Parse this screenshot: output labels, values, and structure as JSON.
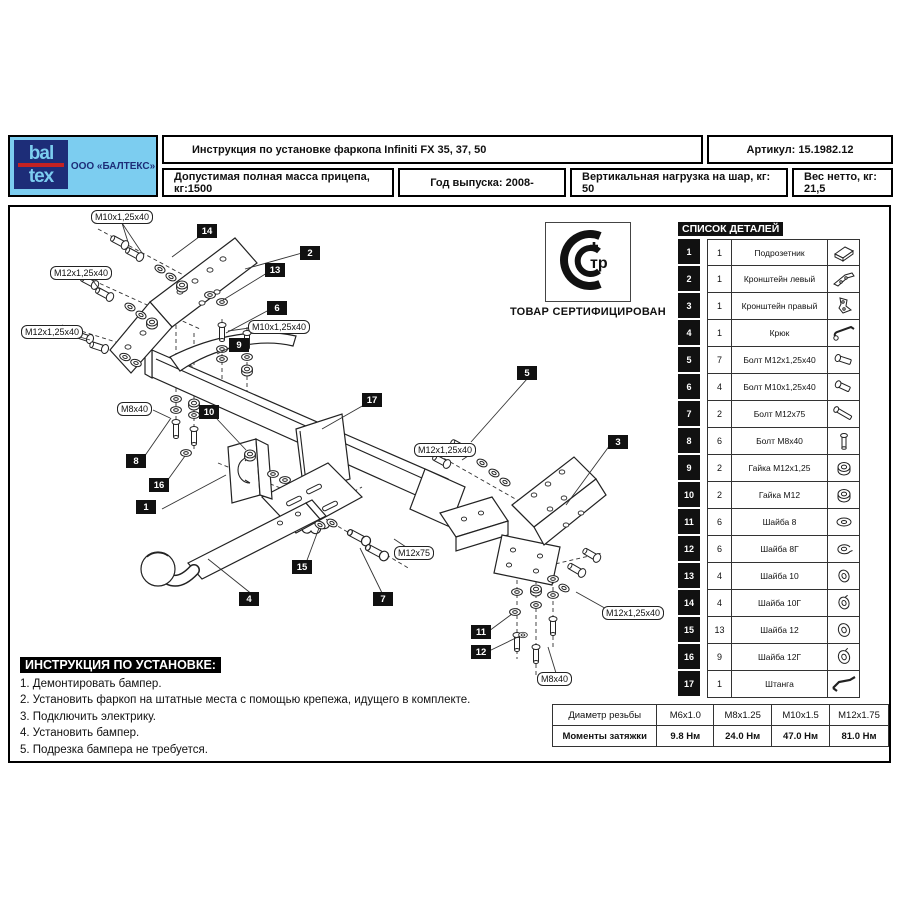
{
  "header": {
    "logo_top": "bal",
    "logo_bottom": "tex",
    "company": "ООО «БАЛТЕКС»",
    "title": "Инструкция по установке фаркопа Infiniti FX 35, 37, 50",
    "article": "Артикул: 15.1982.12",
    "max_trailer_mass": "Допустимая полная масса прицепа, кг:1500",
    "production_year": "Год выпуска: 2008-",
    "vertical_load": "Вертикальная нагрузка на шар, кг: 50",
    "net_weight": "Вес нетто, кг: 21,5"
  },
  "certification": {
    "mark_letters": "тр",
    "caption": "ТОВАР СЕРТИФИЦИРОВАН"
  },
  "parts_list": {
    "title": "СПИСОК ДЕТАЛЕЙ",
    "rows": [
      {
        "num": "1",
        "qty": "1",
        "name": "Подрозетник",
        "icon": "socket-plate"
      },
      {
        "num": "2",
        "qty": "1",
        "name": "Кронштейн левый",
        "icon": "bracket-left"
      },
      {
        "num": "3",
        "qty": "1",
        "name": "Кронштейн правый",
        "icon": "bracket-right"
      },
      {
        "num": "4",
        "qty": "1",
        "name": "Крюк",
        "icon": "hook"
      },
      {
        "num": "5",
        "qty": "7",
        "name": "Болт М12х1,25х40",
        "icon": "bolt"
      },
      {
        "num": "6",
        "qty": "4",
        "name": "Болт М10х1,25х40",
        "icon": "bolt"
      },
      {
        "num": "7",
        "qty": "2",
        "name": "Болт М12х75",
        "icon": "bolt-long"
      },
      {
        "num": "8",
        "qty": "6",
        "name": "Болт М8х40",
        "icon": "bolt-vertical"
      },
      {
        "num": "9",
        "qty": "2",
        "name": "Гайка М12х1,25",
        "icon": "nut"
      },
      {
        "num": "10",
        "qty": "2",
        "name": "Гайка М12",
        "icon": "nut"
      },
      {
        "num": "11",
        "qty": "6",
        "name": "Шайба 8",
        "icon": "washer-flat"
      },
      {
        "num": "12",
        "qty": "6",
        "name": "Шайба 8Г",
        "icon": "washer-spring"
      },
      {
        "num": "13",
        "qty": "4",
        "name": "Шайба 10",
        "icon": "washer"
      },
      {
        "num": "14",
        "qty": "4",
        "name": "Шайба 10Г",
        "icon": "washer-spring"
      },
      {
        "num": "15",
        "qty": "13",
        "name": "Шайба 12",
        "icon": "washer"
      },
      {
        "num": "16",
        "qty": "9",
        "name": "Шайба 12Г",
        "icon": "washer-spring"
      },
      {
        "num": "17",
        "qty": "1",
        "name": "Штанга",
        "icon": "beam"
      }
    ]
  },
  "callouts": {
    "numbers": [
      "14",
      "2",
      "13",
      "6",
      "9",
      "17",
      "10",
      "8",
      "16",
      "1",
      "5",
      "3",
      "15",
      "4",
      "7",
      "11",
      "12"
    ],
    "specs": [
      "M10x1,25x40",
      "M12x1,25x40",
      "M12x1,25x40",
      "M10x1,25x40",
      "M8x40",
      "M12x1,25x40",
      "M12x75",
      "M12x1,25x40",
      "M8x40"
    ]
  },
  "instructions": {
    "title": "ИНСТРУКЦИЯ ПО УСТАНОВКЕ:",
    "steps": [
      "1. Демонтировать бампер.",
      "2. Установить фаркоп на штатные места с помощью крепежа, идущего в комплекте.",
      "3. Подключить электрику.",
      "4. Установить бампер.",
      "5. Подрезка бампера не требуется."
    ]
  },
  "torque_table": {
    "rows": [
      [
        "Диаметр резьбы",
        "М6х1.0",
        "М8х1.25",
        "М10х1.5",
        "М12х1.75"
      ],
      [
        "Моменты затяжки",
        "9.8 Нм",
        "24.0 Нм",
        "47.0 Нм",
        "81.0 Нм"
      ]
    ]
  },
  "colors": {
    "accent_blue": "#7ccdf0",
    "navy": "#1d2d78",
    "red": "#c42222"
  }
}
